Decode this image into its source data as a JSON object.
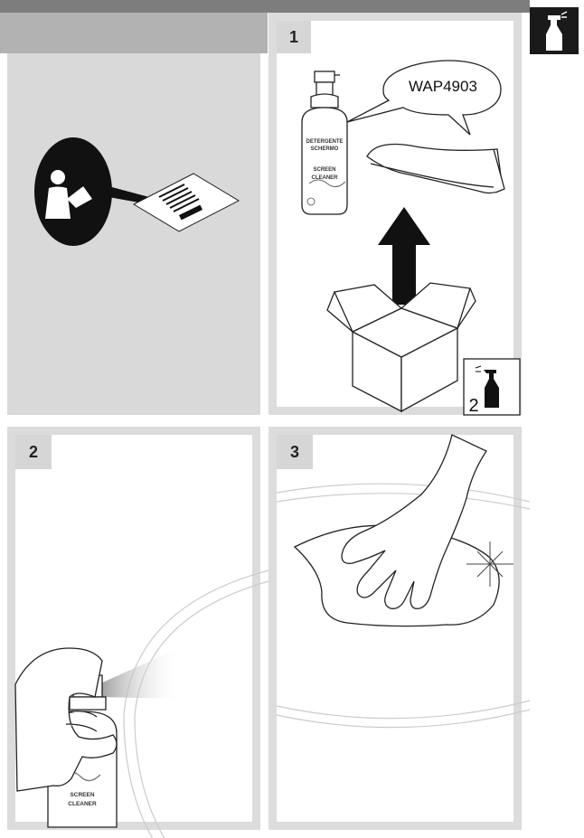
{
  "steps": [
    {
      "number": "1",
      "product_code": "WAP4903",
      "bottle_label": {
        "line1": "DETERGENTE",
        "line2": "SCHERMO",
        "line3": "SCREEN",
        "line4": "CLEANER"
      },
      "badge_number": "2"
    },
    {
      "number": "2"
    },
    {
      "number": "3"
    }
  ],
  "icons": {
    "corner": "spray-bottle-icon",
    "manual": "person-reading-manual-icon",
    "badge": "spray-bottle-icon"
  },
  "colors": {
    "background": "#ffffff",
    "gray_panel": "#d9d9d9",
    "border": "#dcdcdc",
    "dark": "#1a1a1a"
  }
}
